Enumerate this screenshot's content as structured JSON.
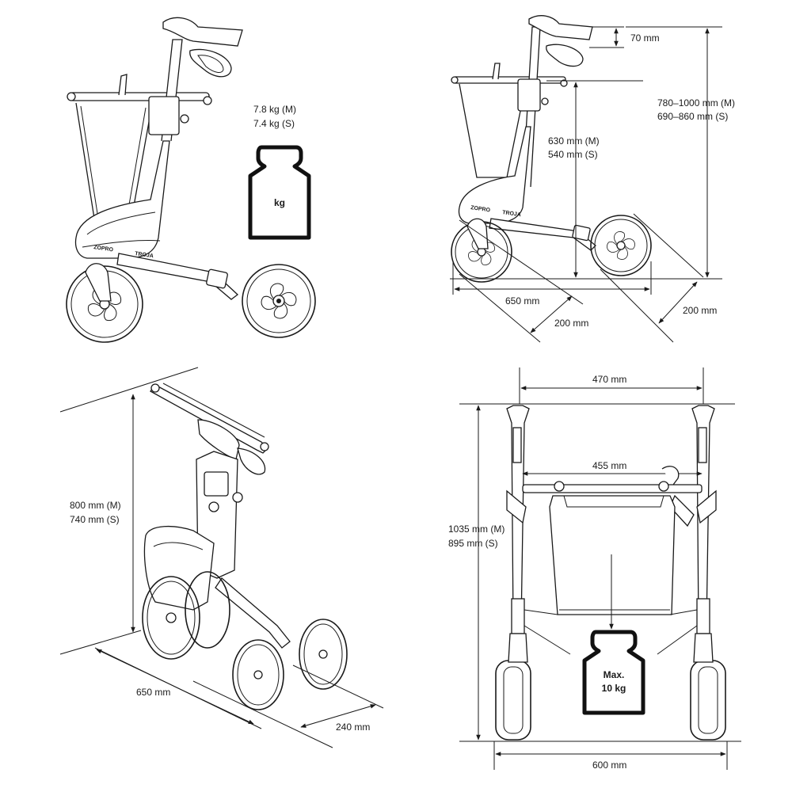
{
  "panels": {
    "side_view": {
      "weight_m": "7.8 kg   (M)",
      "weight_s": "7.4 kg   (S)",
      "weight_icon_label": "kg",
      "brand": "TROJA"
    },
    "side_dimensions": {
      "handle_offset": "70 mm",
      "handle_height_m": "780–1000 mm  (M)",
      "handle_height_s": "690–860 mm     (S)",
      "seat_height_m": "630 mm  (M)",
      "seat_height_s": "540 mm   (S)",
      "length": "650 mm",
      "rear_wheel": "200 mm",
      "front_wheel": "200 mm",
      "brand": "TROJA"
    },
    "folded_view": {
      "height_m": "800 mm   (M)",
      "height_s": "740 mm      (S)",
      "length": "650 mm",
      "width": "240 mm"
    },
    "front_view": {
      "handle_width": "470 mm",
      "inner_width": "455 mm",
      "height_m": "1035 mm  (M)",
      "height_s": "895 mm     (S)",
      "total_width": "600 mm",
      "max_load_line1": "Max.",
      "max_load_line2": "10 kg"
    }
  }
}
